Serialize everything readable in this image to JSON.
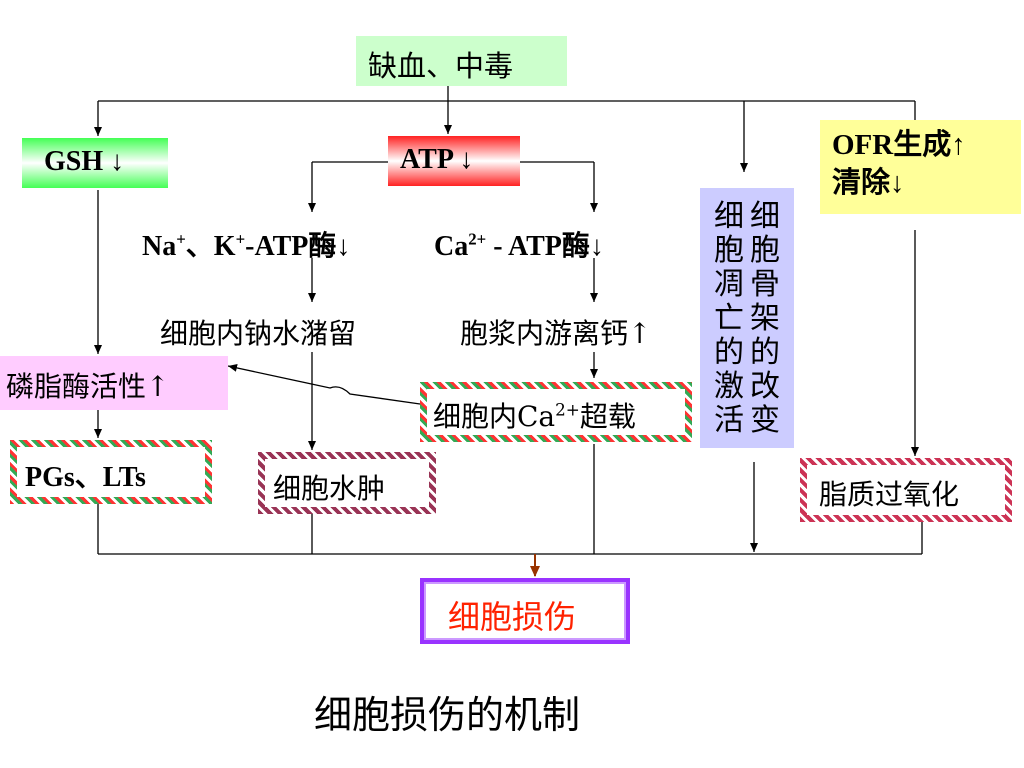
{
  "nodes": {
    "top": "缺血、中毒",
    "gsh": "GSH ↓",
    "atp": "ATP ↓",
    "ofr_line1": "OFR生成↑",
    "ofr_line2": "清除↓",
    "na_k_pre": "Na",
    "na_k_sup1": "+",
    "na_k_mid": "、K",
    "na_k_sup2": "+",
    "na_k_post": "-ATP酶↓",
    "ca_pre": "Ca",
    "ca_sup": "2+",
    "ca_post": " - ATP酶↓",
    "na_retention": "细胞内钠水潴留",
    "free_ca": "胞浆内游离钙↑",
    "phospholipase": "磷脂酶活性↑",
    "ca_overload_pre": "细胞内Ca",
    "ca_overload_sup": "2+",
    "ca_overload_post": "超载",
    "pgs_lts": "PGs、LTs",
    "edema": "细胞水肿",
    "lipid_peroxidation": "脂质过氧化",
    "cytoskeleton": "细胞骨架的改变",
    "apoptosis": "细胞凋亡的激活",
    "injury": "细胞损伤"
  },
  "caption": "细胞损伤的机制",
  "colors": {
    "arrow": "#000000",
    "final_arrow": "#993300",
    "injury_text": "#ff2200",
    "injury_border": "#9933ff"
  }
}
